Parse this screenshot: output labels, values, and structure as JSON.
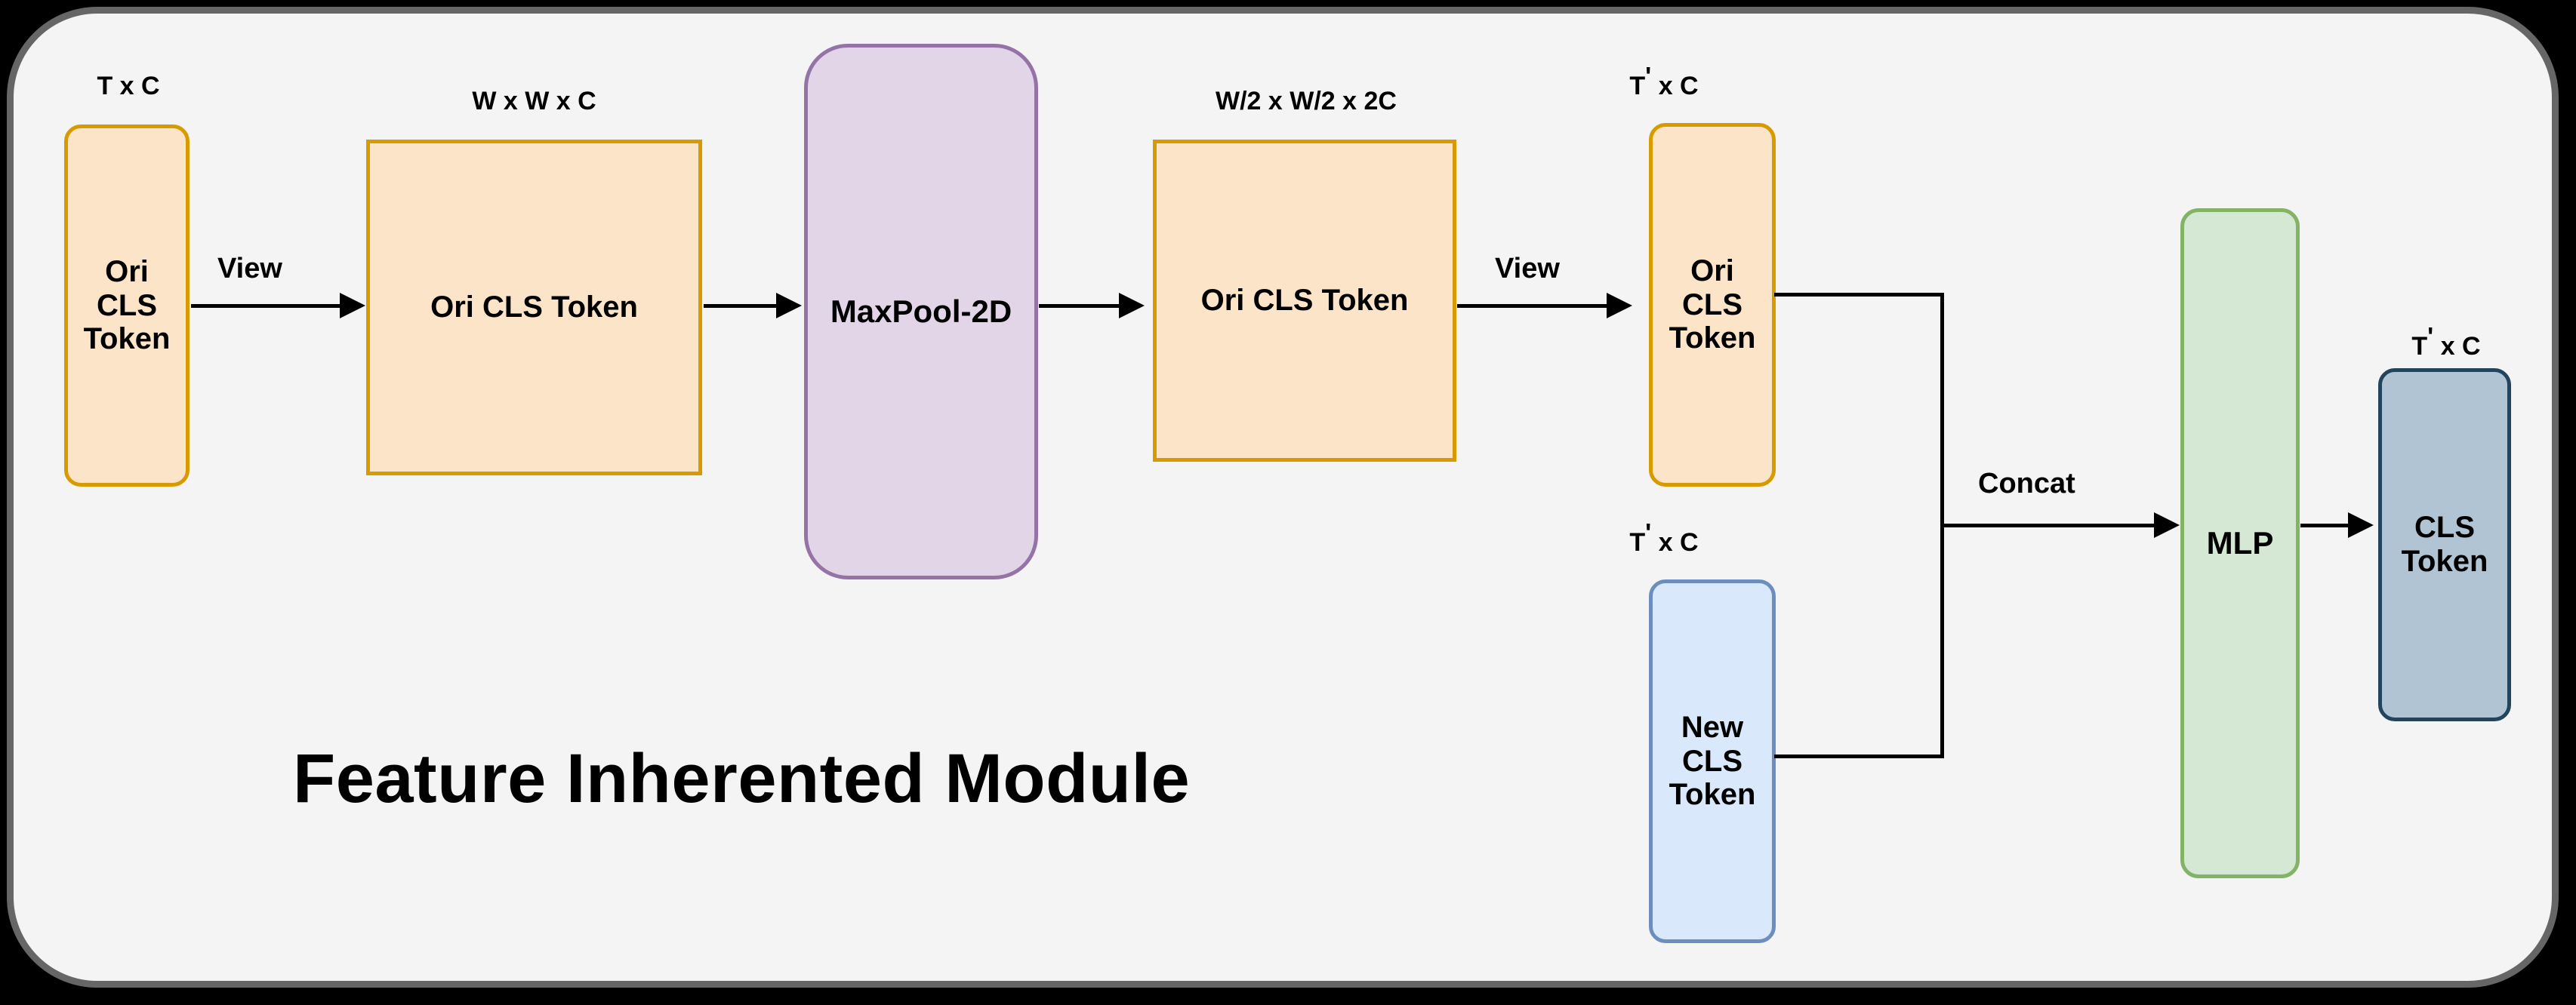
{
  "diagram": {
    "title": "Feature Inherented Module",
    "background_color": "#F4F4F4",
    "frame_border_color": "#666666",
    "nodes": [
      {
        "id": "ori_cls_1",
        "label": "Ori\nCLS\nToken",
        "dim": "T x C",
        "dim_html": "T x C",
        "fill": "#FCE4C8",
        "stroke": "#D79B00",
        "shape": "rounded-rect"
      },
      {
        "id": "ori_cls_2",
        "label": "Ori CLS Token",
        "dim": "W x W x C",
        "dim_html": "W x W x C",
        "fill": "#FCE4C8",
        "stroke": "#D79B00",
        "shape": "rect"
      },
      {
        "id": "maxpool",
        "label": "MaxPool-2D",
        "dim": "",
        "dim_html": "",
        "fill": "#E1D5E7",
        "stroke": "#9673A6",
        "shape": "rounded-rect"
      },
      {
        "id": "ori_cls_3",
        "label": "Ori CLS Token",
        "dim": "W/2 x W/2 x 2C",
        "dim_html": "W/2 x W/2 x 2C",
        "fill": "#FCE4C8",
        "stroke": "#D79B00",
        "shape": "rect"
      },
      {
        "id": "ori_cls_4",
        "label": "Ori\nCLS\nToken",
        "dim": "T' x C",
        "dim_html": "T<sup>'</sup> x C",
        "fill": "#FCE4C8",
        "stroke": "#D79B00",
        "shape": "rounded-rect"
      },
      {
        "id": "new_cls",
        "label": "New\nCLS\nToken",
        "dim": "T' x C",
        "dim_html": "T<sup>'</sup> x C",
        "fill": "#DAE8FC",
        "stroke": "#6C8EBF",
        "shape": "rounded-rect"
      },
      {
        "id": "mlp",
        "label": "MLP",
        "dim": "",
        "dim_html": "",
        "fill": "#D5E8D4",
        "stroke": "#82B366",
        "shape": "rounded-rect"
      },
      {
        "id": "cls_out",
        "label": "CLS\nToken",
        "dim": "T' x C",
        "dim_html": "T<sup>'</sup> x C",
        "fill": "#B0C4D3",
        "stroke": "#23445D",
        "shape": "rounded-rect"
      }
    ],
    "edge_labels": [
      {
        "id": "view_1",
        "text": "View"
      },
      {
        "id": "view_2",
        "text": "View"
      },
      {
        "id": "concat",
        "text": "Concat"
      }
    ],
    "node_labels": {
      "ori_cls_1_l1": "Ori",
      "ori_cls_1_l2": "CLS",
      "ori_cls_1_l3": "Token",
      "ori_cls_2": "Ori CLS Token",
      "maxpool": "MaxPool-2D",
      "ori_cls_3": "Ori CLS Token",
      "ori_cls_4_l1": "Ori",
      "ori_cls_4_l2": "CLS",
      "ori_cls_4_l3": "Token",
      "new_cls_l1": "New",
      "new_cls_l2": "CLS",
      "new_cls_l3": "Token",
      "mlp": "MLP",
      "cls_out_l1": "CLS",
      "cls_out_l2": "Token"
    },
    "dims": {
      "d1": "T x C",
      "d2": "W x W x C",
      "d3": "W/2 x W/2 x 2C",
      "d4_prefix": "T",
      "d4_prime": "'",
      "d4_suffix": " x C",
      "d5_prefix": "T",
      "d5_prime": "'",
      "d5_suffix": " x C",
      "d6_prefix": "T",
      "d6_prime": "'",
      "d6_suffix": " x C"
    }
  }
}
